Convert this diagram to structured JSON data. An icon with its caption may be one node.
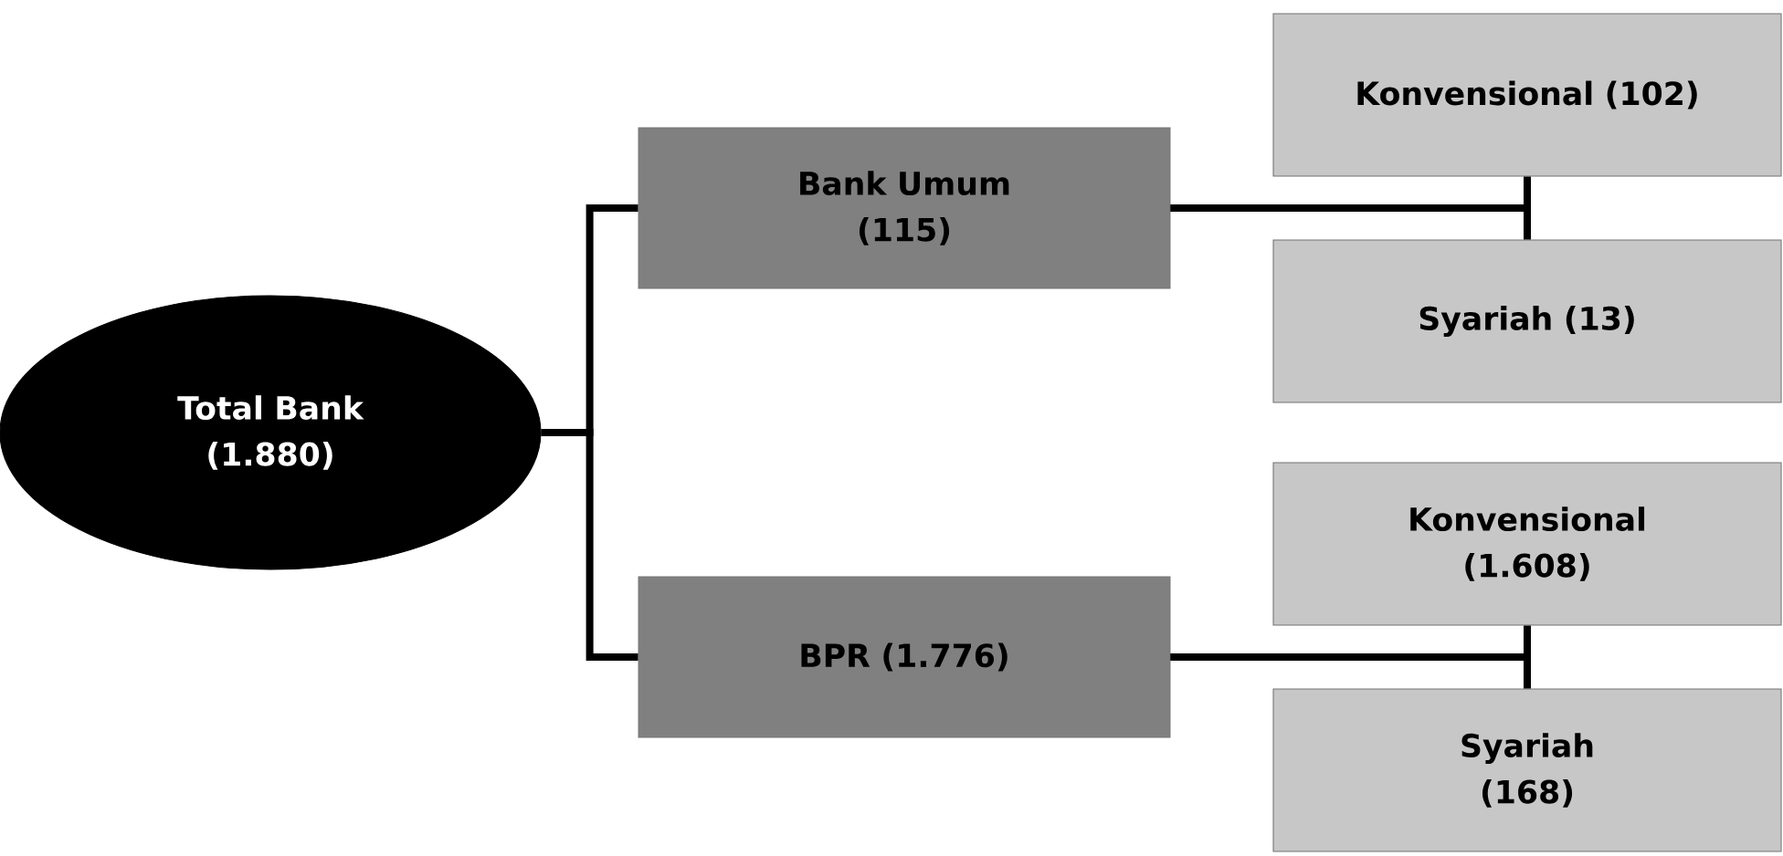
{
  "diagram": {
    "nodes": [
      {
        "text": [
          "Total Bank (1.880)"
        ]
      },
      {
        "text": [
          "Bank Umum (115)"
        ]
      },
      {
        "text": [
          "Konvensional (102)"
        ]
      },
      {
        "text": [
          "Syariah (13)"
        ]
      },
      {
        "text": [
          "BPR (1.776)"
        ]
      },
      {
        "text": [
          "Konvensional (1.608)"
        ]
      },
      {
        "text": [
          "Syariah (168)"
        ]
      }
    ],
    "edges": [
      {
        "from": 0,
        "to": 1,
        "arrow": "none"
      },
      {
        "from": 0,
        "to": 4,
        "arrow": "none"
      },
      {
        "from": 1,
        "to": 2,
        "arrow": "none"
      },
      {
        "from": 1,
        "to": 3,
        "arrow": "none"
      },
      {
        "from": 4,
        "to": 5,
        "arrow": "none"
      },
      {
        "from": 4,
        "to": 6,
        "arrow": "none"
      }
    ]
  }
}
